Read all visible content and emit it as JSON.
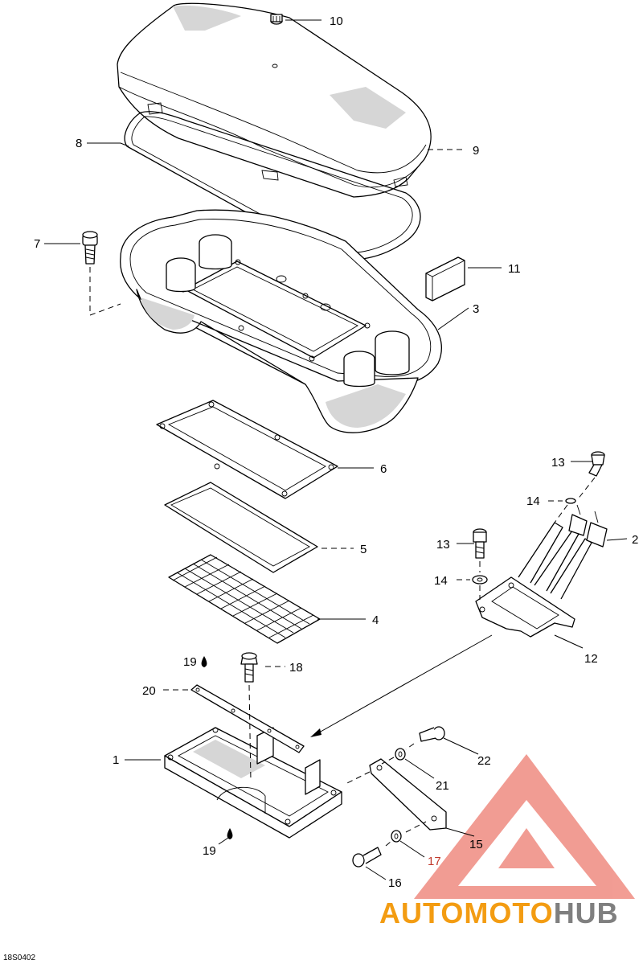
{
  "callouts": {
    "c1": "1",
    "c2": "2",
    "c3": "3",
    "c4": "4",
    "c5": "5",
    "c6": "6",
    "c7": "7",
    "c8": "8",
    "c9": "9",
    "c10": "10",
    "c11": "11",
    "c12": "12",
    "c13a": "13",
    "c13b": "13",
    "c14a": "14",
    "c14b": "14",
    "c15": "15",
    "c16": "16",
    "c17": "17",
    "c18": "18",
    "c19a": "19",
    "c19b": "19",
    "c20": "20",
    "c21": "21",
    "c22": "22"
  },
  "diagram_code": "18S0402",
  "watermark": {
    "part1": "AUTO",
    "part2": "MOTO",
    "part3": "HUB",
    "color_primary": "#f39c12",
    "color_secondary": "#7f7f7f",
    "triangle_color": "#e74c3c"
  }
}
